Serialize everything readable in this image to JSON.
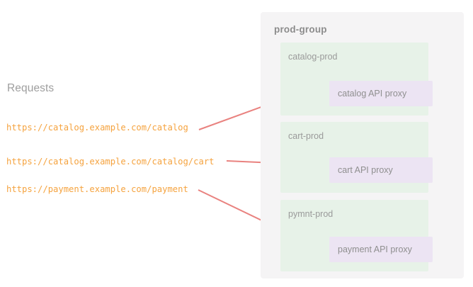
{
  "left": {
    "section_title": "Requests",
    "requests": [
      {
        "url": "https://catalog.example.com/catalog"
      },
      {
        "url": "https://catalog.example.com/catalog/cart"
      },
      {
        "url": "https://payment.example.com/payment"
      }
    ]
  },
  "group": {
    "title": "prod-group",
    "environments": [
      {
        "name": "catalog-prod",
        "proxy": "catalog API proxy"
      },
      {
        "name": "cart-prod",
        "proxy": "cart API proxy"
      },
      {
        "name": "pymnt-prod",
        "proxy": "payment API proxy"
      }
    ]
  },
  "connections": [
    {
      "from": "https://catalog.example.com/catalog",
      "to": "catalog API proxy"
    },
    {
      "from": "https://catalog.example.com/catalog/cart",
      "to": "cart API proxy"
    },
    {
      "from": "https://payment.example.com/payment",
      "to": "payment API proxy"
    }
  ],
  "colors": {
    "background": "#ffffff",
    "group_panel": "#f5f4f5",
    "environment_box": "#e7f2e8",
    "proxy_box": "#ece4f3",
    "url_text": "#f5a33f",
    "label_text": "#9a9a9a",
    "group_title_text": "#8c8c8c",
    "arrow": "#e9827f"
  }
}
